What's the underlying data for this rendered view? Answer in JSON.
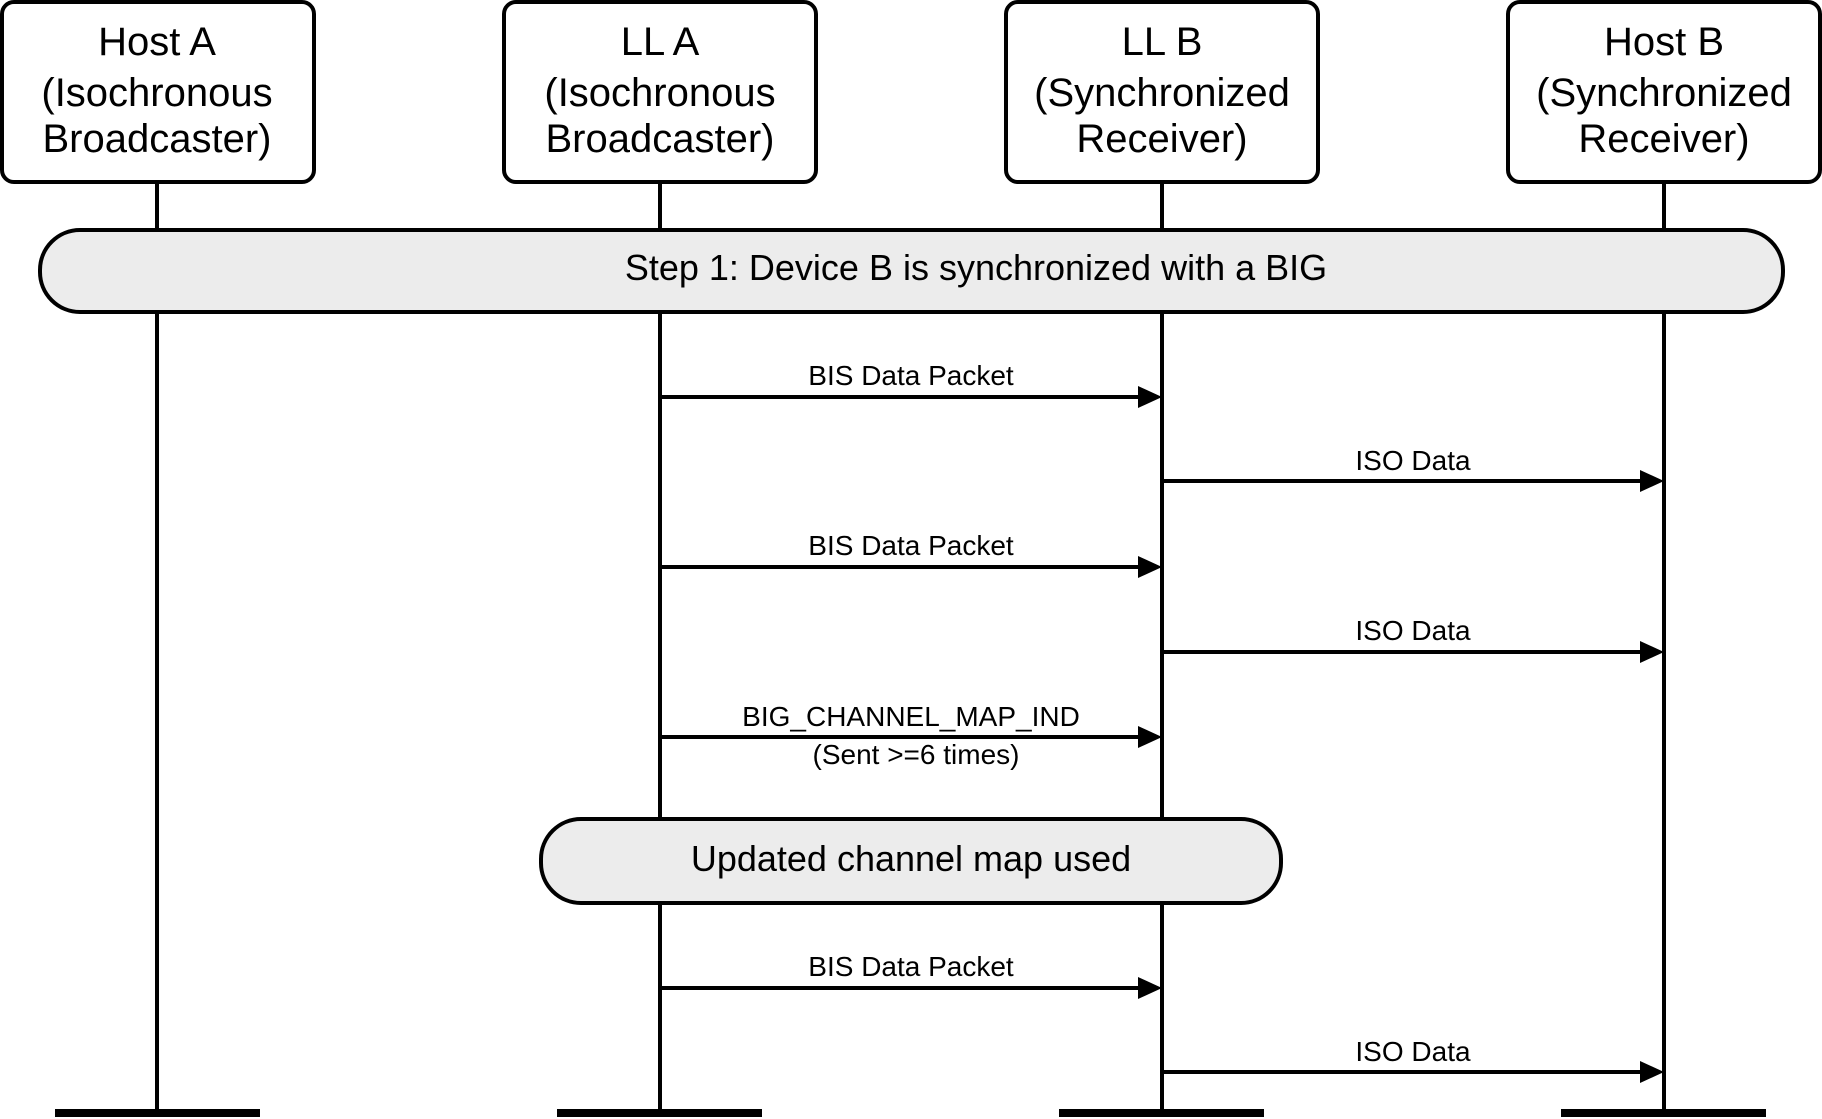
{
  "lifelines": [
    {
      "id": "host-a",
      "lines": [
        "Host A",
        "(Isochronous",
        "Broadcaster)"
      ]
    },
    {
      "id": "ll-a",
      "lines": [
        "LL A",
        "(Isochronous",
        "Broadcaster)"
      ]
    },
    {
      "id": "ll-b",
      "lines": [
        "LL B",
        "(Synchronized",
        "Receiver)"
      ]
    },
    {
      "id": "host-b",
      "lines": [
        "Host B",
        "(Synchronized",
        "Receiver)"
      ]
    }
  ],
  "steps": [
    {
      "id": "step1",
      "label": "Step 1:  Device B is synchronized with a BIG"
    },
    {
      "id": "updated-map",
      "label": "Updated channel map used"
    }
  ],
  "messages": [
    {
      "from": "ll-a",
      "to": "ll-b",
      "label": "BIS Data Packet"
    },
    {
      "from": "ll-b",
      "to": "host-b",
      "label": "ISO Data"
    },
    {
      "from": "ll-a",
      "to": "ll-b",
      "label": "BIS Data Packet"
    },
    {
      "from": "ll-b",
      "to": "host-b",
      "label": "ISO Data"
    },
    {
      "from": "ll-a",
      "to": "ll-b",
      "label": "BIG_CHANNEL_MAP_IND",
      "sublabel": "(Sent >=6 times)"
    },
    {
      "from": "ll-a",
      "to": "ll-b",
      "label": "BIS Data Packet"
    },
    {
      "from": "ll-b",
      "to": "host-b",
      "label": "ISO Data"
    }
  ]
}
